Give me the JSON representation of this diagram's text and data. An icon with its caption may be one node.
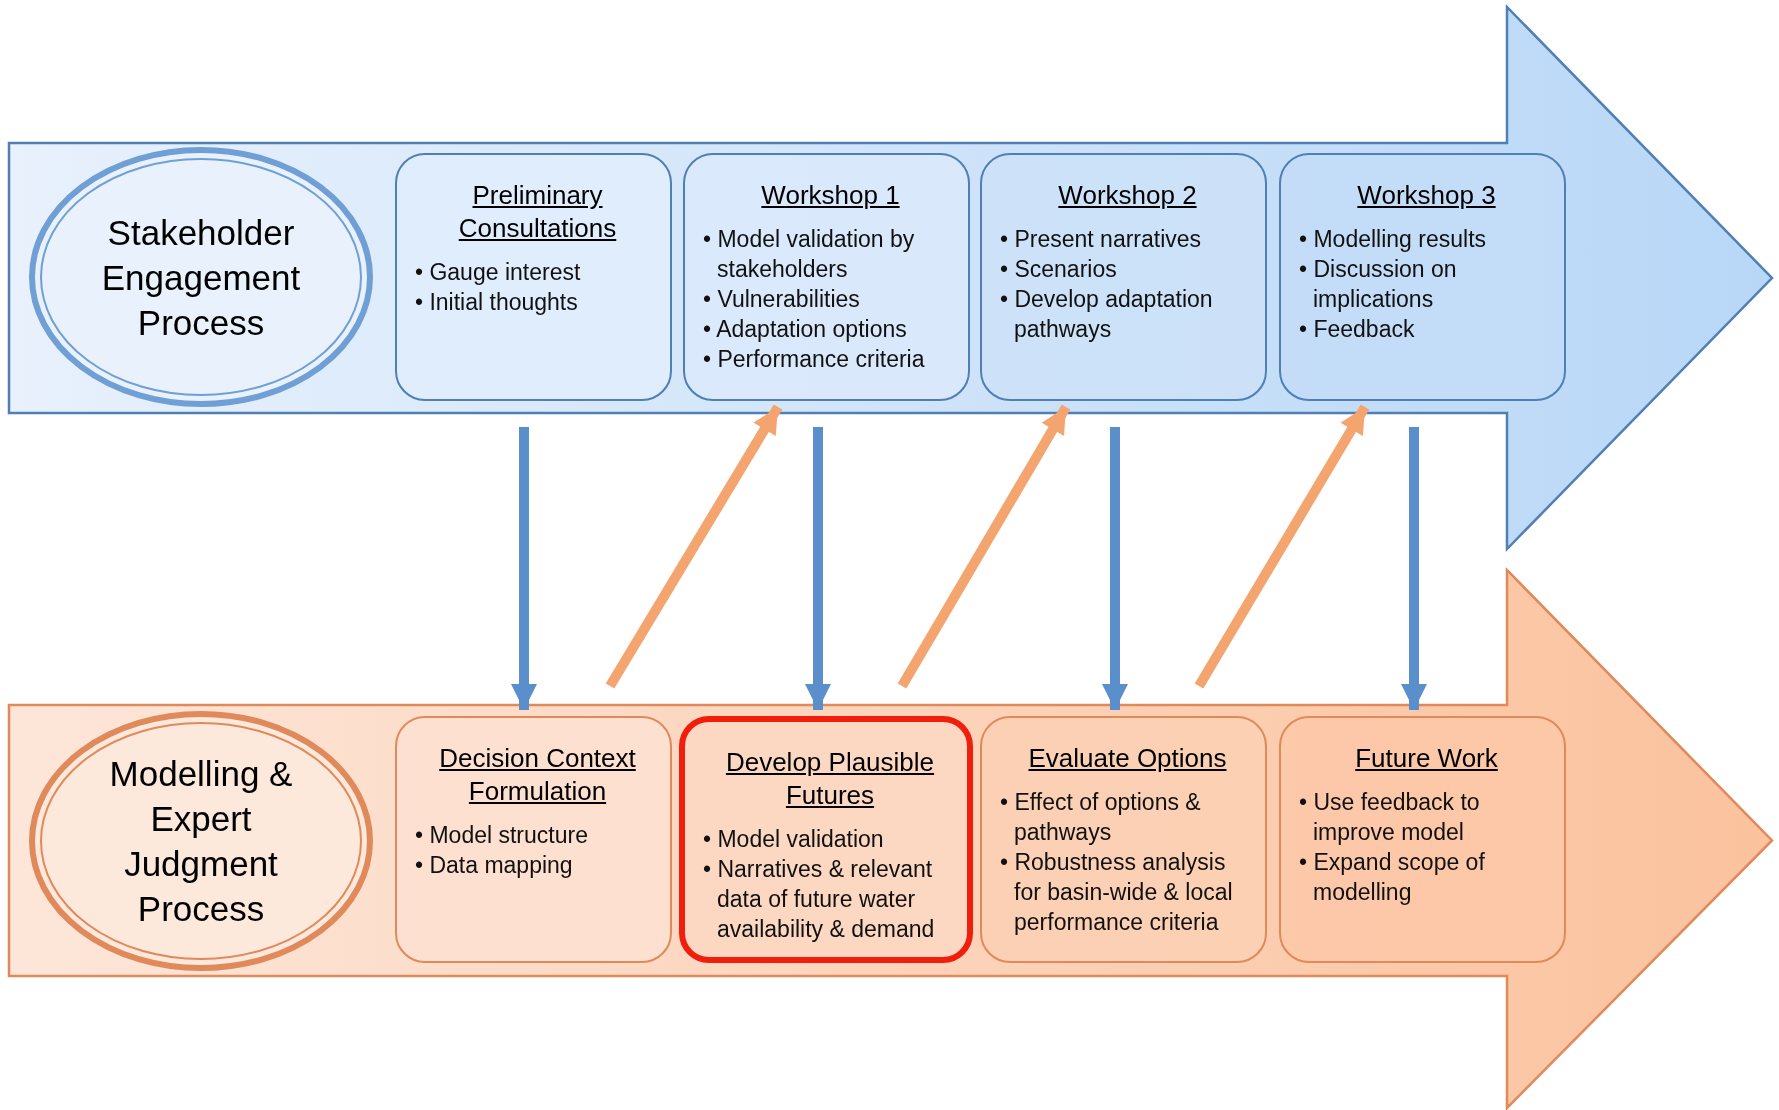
{
  "diagram": {
    "nodes": [
      {
        "text": [
          "Stakeholder Engagement Process"
        ]
      },
      {
        "text": [
          "Preliminary Consultations",
          "• Gauge interest",
          "• Initial thoughts"
        ]
      },
      {
        "text": [
          "Workshop 1",
          "• Model validation by stakeholders",
          "• Vulnerabilities",
          "• Adaptation options",
          "• Performance criteria"
        ]
      },
      {
        "text": [
          "Workshop 2",
          "• Present narratives",
          "• Scenarios",
          "• Develop adaptation pathways"
        ]
      },
      {
        "text": [
          "Workshop 3",
          "• Modelling  results",
          "• Discussion on implications",
          "• Feedback"
        ]
      },
      {
        "text": [
          "Modelling & Expert Judgment Process"
        ]
      },
      {
        "text": [
          "Decision Context Formulation",
          "• Model structure",
          "• Data mapping"
        ]
      },
      {
        "text": [
          "Develop Plausible Futures",
          "• Model validation",
          "• Narratives & relevant data of future water availability  & demand"
        ]
      },
      {
        "text": [
          "Evaluate Options",
          "• Effect of options & pathways",
          "• Robustness analysis for basin-wide & local performance criteria"
        ]
      },
      {
        "text": [
          "Future Work",
          "• Use feedback to improve model",
          "• Expand scope of modelling"
        ]
      }
    ],
    "edges": [
      {
        "from": 1,
        "to": 6,
        "arrow": "to"
      },
      {
        "from": 6,
        "to": 2,
        "arrow": "to",
        "color": "#f4a46e"
      },
      {
        "from": 2,
        "to": 7,
        "arrow": "to"
      },
      {
        "from": 7,
        "to": 3,
        "arrow": "to",
        "color": "#f4a46e"
      },
      {
        "from": 3,
        "to": 8,
        "arrow": "to"
      },
      {
        "from": 8,
        "to": 4,
        "arrow": "to",
        "color": "#f4a46e"
      },
      {
        "from": 4,
        "to": 9,
        "arrow": "to"
      }
    ]
  }
}
